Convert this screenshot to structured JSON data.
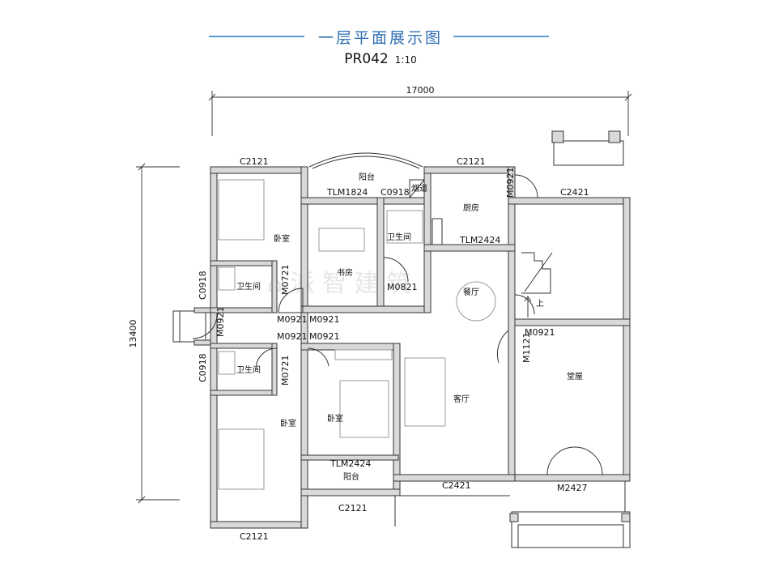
{
  "header": {
    "title": "一层平面展示图",
    "code": "PR042",
    "scale": "1:10"
  },
  "dimensions": {
    "width": "17000",
    "height": "13400"
  },
  "rooms": {
    "bedroom_top": "卧室",
    "bath_top": "卫生间",
    "study": "书房",
    "balcony_top": "阳台",
    "bath_mid": "卫生间",
    "flue": "烟道",
    "kitchen": "厨房",
    "dining": "餐厅",
    "bath_left2": "卫生间",
    "bedroom_bl": "卧室",
    "bedroom_mid": "卧室",
    "balcony_bottom": "阳台",
    "living": "客厅",
    "hall": "堂屋",
    "up": "上"
  },
  "labels": {
    "c2121_a": "C2121",
    "c2121_b": "C2121",
    "c2121_c": "C2121",
    "c2121_d": "C2121",
    "c2421_a": "C2421",
    "c2421_b": "C2421",
    "tlm1824": "TLM1824",
    "c0918_a": "C0918",
    "c0918_b": "C0918",
    "c0918_c": "C0918",
    "m0921_a": "M0921",
    "m0921_b": "M0921",
    "m0921_c": "M0921",
    "m0921_d": "M0921",
    "m0921_e": "M0921",
    "m0921_f": "M0921",
    "m0921_g": "M0921",
    "m0721_a": "M0721",
    "m0721_b": "M0721",
    "m0821": "M0821",
    "tlm2424_a": "TLM2424",
    "tlm2424_b": "TLM2424",
    "m1121": "M1121",
    "m2427": "M2427"
  },
  "colors": {
    "title_blue": "#2f6fb3",
    "line_blue": "#5b9bd5",
    "wall_gray": "#d9d9d9"
  }
}
